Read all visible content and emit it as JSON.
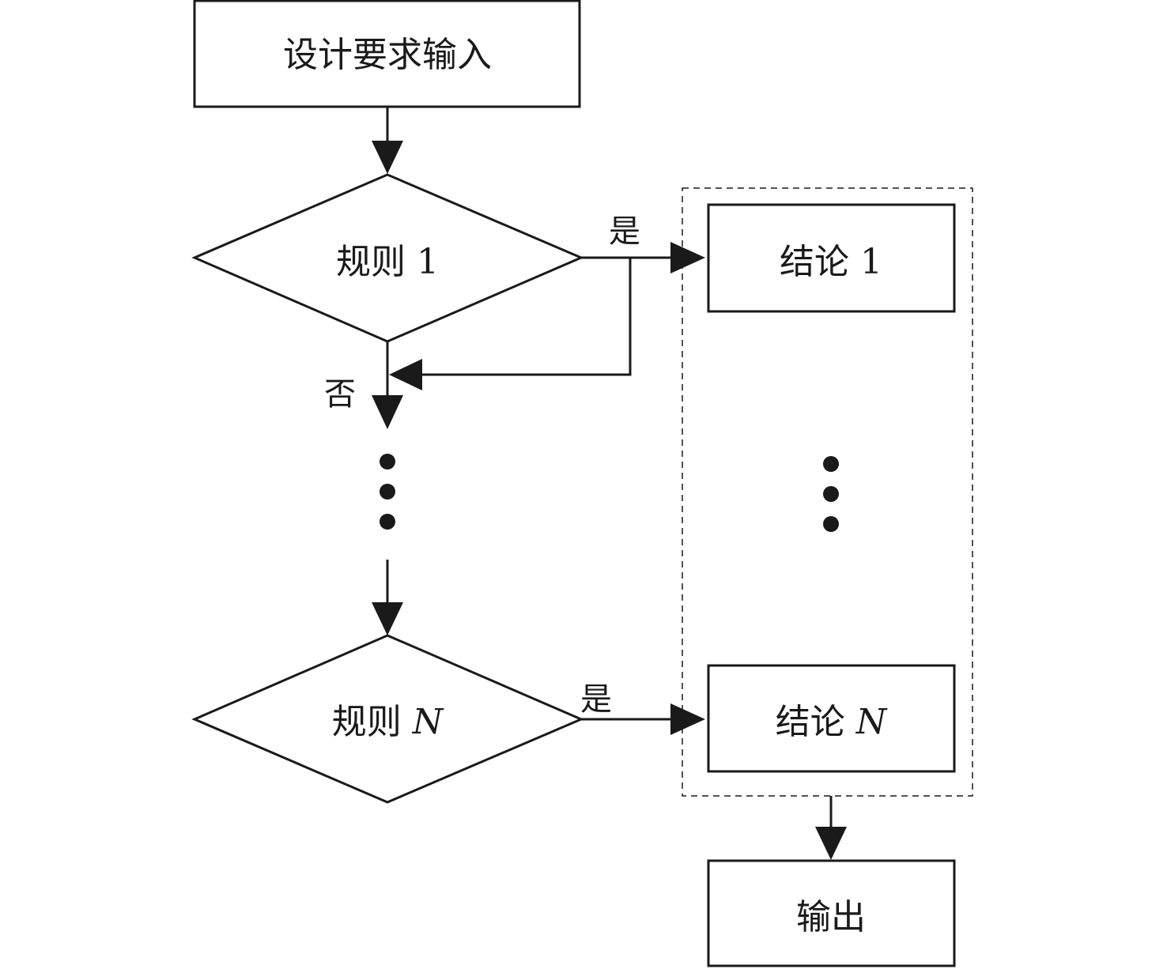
{
  "nodes": {
    "input": {
      "label": "设计要求输入"
    },
    "rule1": {
      "label": "规则",
      "suffix": "1"
    },
    "ruleN": {
      "label": "规则",
      "suffix": "N"
    },
    "conclusion1": {
      "label": "结论",
      "suffix": "1"
    },
    "conclusionN": {
      "label": "结论",
      "suffix": "N"
    },
    "output": {
      "label": "输出"
    }
  },
  "edges": {
    "rule1_yes": "是",
    "rule1_no": "否",
    "ruleN_yes": "是"
  }
}
